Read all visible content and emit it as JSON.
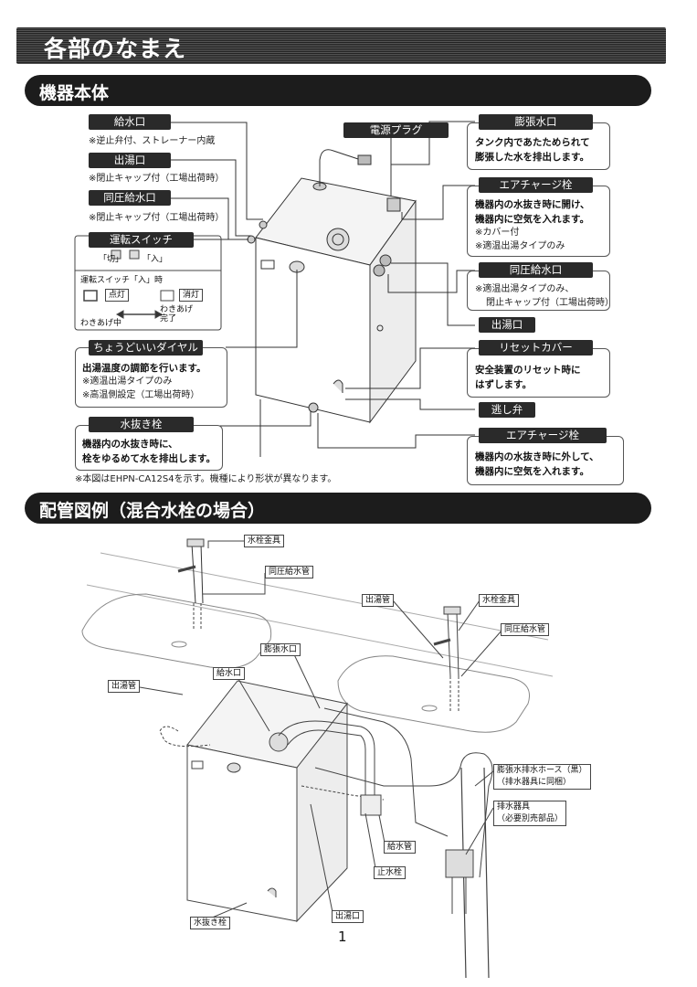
{
  "page": {
    "title": "各部のなまえ",
    "page_number": "1"
  },
  "section1": {
    "title": "機器本体",
    "labels": {
      "water_inlet": "給水口",
      "water_inlet_note": "※逆止弁付、ストレーナー内蔵",
      "hot_outlet": "出湯口",
      "hot_outlet_note": "※閉止キャップ付（工場出荷時）",
      "same_pressure_inlet": "同圧給水口",
      "same_pressure_inlet_note": "※閉止キャップ付（工場出荷時）",
      "power_plug": "電源プラグ",
      "expansion_outlet": "膨張水口",
      "expansion_outlet_desc": [
        "タンク内であたためられて",
        "膨張した水を排出します。"
      ],
      "air_charge_top": "エアチャージ栓",
      "air_charge_top_desc": [
        "機器内の水抜き時に開け、",
        "機器内に空気を入れます。"
      ],
      "air_charge_top_notes": [
        "※カバー付",
        "※適温出湯タイプのみ"
      ],
      "same_pressure_inlet_right": "同圧給水口",
      "same_pressure_inlet_right_notes": [
        "※適温出湯タイプのみ、",
        "閉止キャップ付（工場出荷時）"
      ],
      "hot_outlet_right": "出湯口",
      "reset_cover": "リセットカバー",
      "reset_cover_desc": [
        "安全装置のリセット時に",
        "はずします。"
      ],
      "relief_valve": "逃し弁",
      "air_charge_bottom": "エアチャージ栓",
      "air_charge_bottom_desc": [
        "機器内の水抜き時に外して、",
        "機器内に空気を入れます。"
      ],
      "operation_switch": "運転スイッチ",
      "switch_off": "「切」",
      "switch_on": "「入」",
      "switch_on_when": "運転スイッチ「入」時",
      "lit": "点灯",
      "unlit": "消灯",
      "boiling": "わきあげ中",
      "boil_done": [
        "わきあげ",
        "完了"
      ],
      "temp_dial": "ちょうどいいダイヤル",
      "temp_dial_desc": "出湯温度の調節を行います。",
      "temp_dial_notes": [
        "※適温出湯タイプのみ",
        "※高温側設定（工場出荷時）"
      ],
      "drain_plug": "水抜き栓",
      "drain_plug_desc": [
        "機器内の水抜き時に、",
        "栓をゆるめて水を排出します。"
      ],
      "footnote": "※本図はEHPN-CA12S4を示す。機種により形状が異なります。"
    }
  },
  "section2": {
    "title": "配管図例（混合水栓の場合）",
    "tags": {
      "faucet_left": "水栓金具",
      "same_pressure_pipe_left": "同圧給水管",
      "hot_pipe_left": "出湯管",
      "expansion_outlet": "膨張水口",
      "water_inlet": "給水口",
      "hot_pipe_right": "出湯管",
      "faucet_right": "水栓金具",
      "same_pressure_pipe_right": "同圧給水管",
      "drain_hose": [
        "膨張水排水ホース（黒）",
        "（排水器具に同梱）"
      ],
      "drain_fitting": [
        "排水器具",
        "（必要別売部品）"
      ],
      "supply_pipe": "給水管",
      "stop_valve": "止水栓",
      "hot_outlet": "出湯口",
      "drain_plug": "水抜き栓"
    }
  }
}
